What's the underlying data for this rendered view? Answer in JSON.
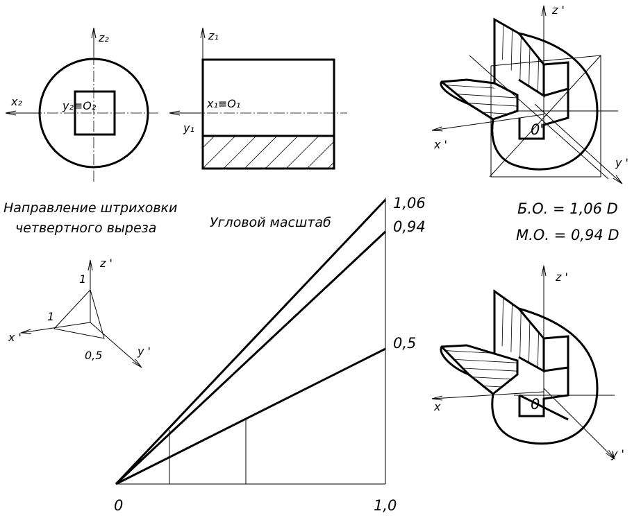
{
  "front_view": {
    "axis_z": "z₂",
    "axis_x": "x₂",
    "origin_label": "y₂≡O₂"
  },
  "side_view": {
    "axis_z": "z₁",
    "axis_y": "y₁",
    "origin_label": "x₁≡O₁"
  },
  "hatch_caption": {
    "line1": "Направление штриховки",
    "line2": "четвертного выреза"
  },
  "hatch_direction": {
    "axis_x": "x '",
    "axis_y": "y '",
    "axis_z": "z '",
    "mark_x": "1",
    "mark_y": "0,5",
    "mark_z": "1"
  },
  "angular_scale": {
    "title": "Угловой масштаб",
    "origin_label": "0",
    "end_label": "1,0",
    "lines": [
      {
        "label": "1,06"
      },
      {
        "label": "0,94"
      },
      {
        "label": "0,5"
      }
    ]
  },
  "scales": {
    "big_ellipse": "Б.О. = 1,06 D",
    "small_ellipse": "М.О. = 0,94 D"
  },
  "iso_top": {
    "axis_x": "x '",
    "axis_y": "y '",
    "axis_z": "z '",
    "origin": "0'"
  },
  "iso_bottom": {
    "axis_x": "x",
    "axis_y": "y '",
    "axis_z": "z '",
    "origin": "0"
  }
}
